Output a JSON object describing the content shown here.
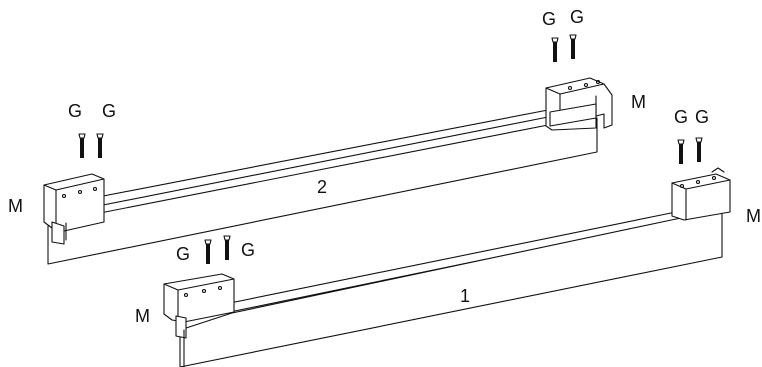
{
  "labels": {
    "rail_1": "1",
    "rail_2": "2",
    "screw": "G",
    "bracket": "M"
  },
  "colors": {
    "line": "#111111",
    "background": "#ffffff"
  }
}
